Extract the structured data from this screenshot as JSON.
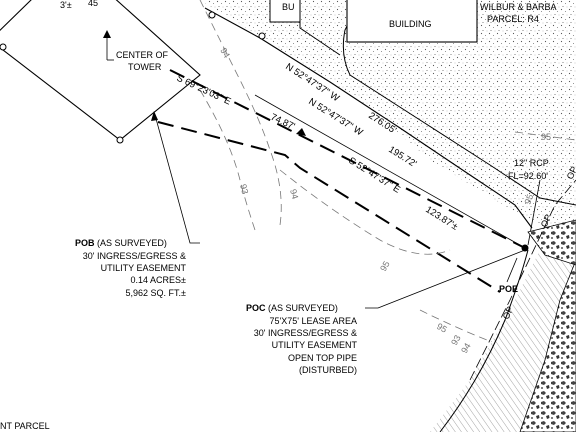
{
  "labels": {
    "owner_line1": "WILBUR & BARBA",
    "owner_line2": "PARCEL: R4",
    "building": "BUILDING",
    "building_partial": "BU",
    "tower_number_partial": "45",
    "tower_number_partial_2": "3'±",
    "center_of_tower_1": "CENTER OF",
    "center_of_tower_2": "TOWER",
    "pipe_size": "12\" RCP",
    "pipe_flowline": "FL=92.60'",
    "adjacent_parcel": "NT PARCEL"
  },
  "bearings": {
    "road_line": "N 52°47'37\" W",
    "road_dist": "276.05'",
    "lease_south": "S 69°23'03\" E",
    "lease_south_dist": "74.87'",
    "lease_center": "N 52°47'37\" W",
    "lease_center_dist": "195.72'",
    "lease_east": "S 52°47'37\" E",
    "lease_east_dist": "123.87'±"
  },
  "pob": {
    "title": "POB",
    "title_rest": " (AS SURVEYED)",
    "lines": [
      "30' INGRESS/EGRESS &",
      "UTILITY EASEMENT",
      "0.14 ACRES±",
      "5,962 SQ. FT.±"
    ]
  },
  "poc": {
    "title": "POC",
    "title_rest": " (AS SURVEYED)",
    "lines": [
      "75'X75' LEASE AREA",
      "30' INGRESS/EGRESS &",
      "UTILITY EASEMENT",
      "OPEN TOP PIPE",
      "(DISTURBED)"
    ]
  },
  "poe": {
    "label": "POE"
  },
  "contours": {
    "c95_right": "95",
    "c95_low": "95",
    "c95_bottom": "95",
    "c94_top": "94",
    "c94_mid": "94",
    "c93_left": "93",
    "c93_bottom": "93",
    "c94_bottom": "94",
    "c95_mid": "95",
    "c93_b2": "93"
  },
  "utility_markers": {
    "op1": "OP",
    "op2": "OP",
    "op3": "OP"
  }
}
